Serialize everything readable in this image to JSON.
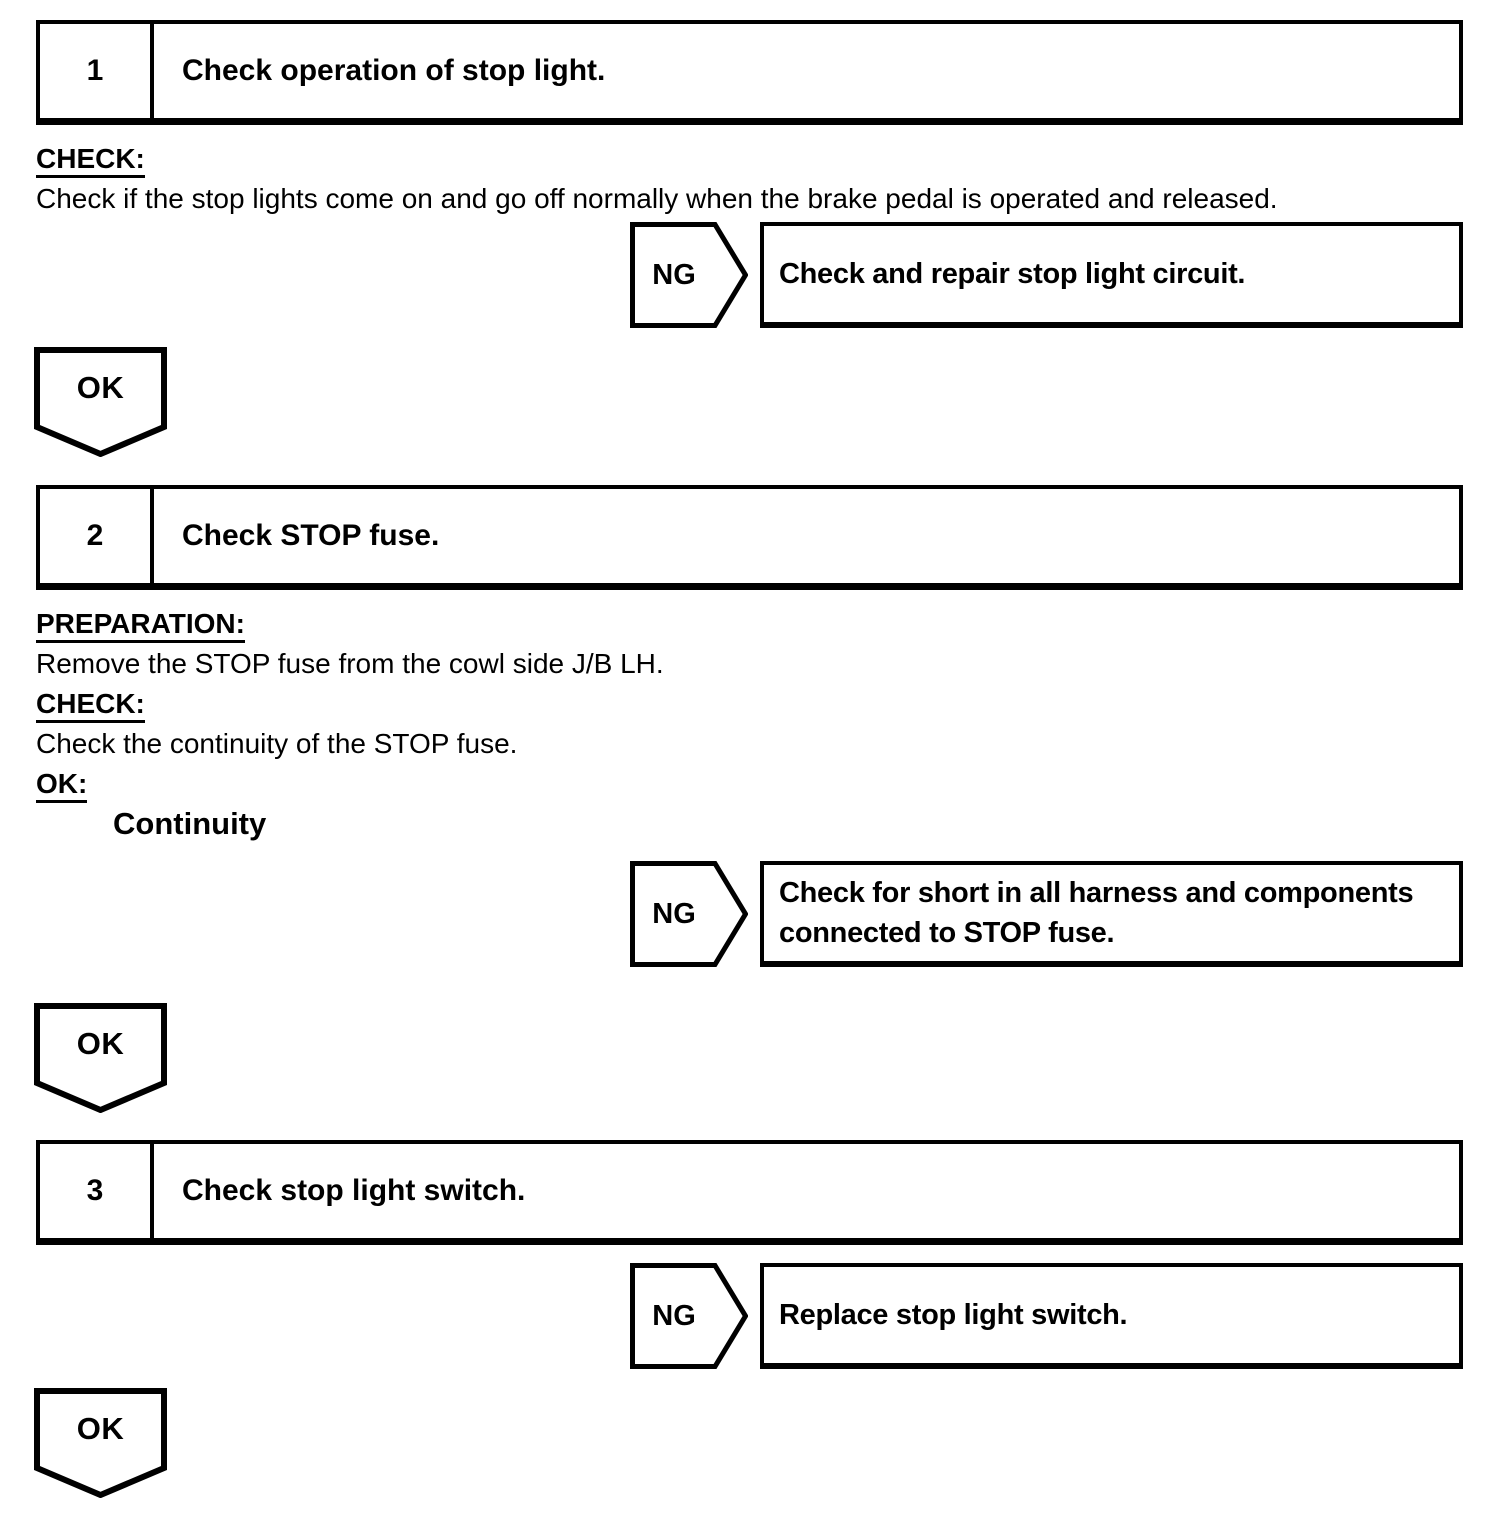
{
  "colors": {
    "ink": "#000000",
    "paper": "#ffffff"
  },
  "steps": [
    {
      "number": "1",
      "title": "Check operation of stop light.",
      "sections": [
        {
          "heading": "CHECK:",
          "body": "Check if the stop lights come on and go off normally when the brake pedal is operated and released."
        }
      ],
      "ng": {
        "label": "NG",
        "lines": [
          "Check and repair stop light circuit."
        ]
      },
      "ok": {
        "label": "OK"
      }
    },
    {
      "number": "2",
      "title": "Check STOP fuse.",
      "sections": [
        {
          "heading": "PREPARATION:",
          "body": "Remove the STOP fuse from the cowl side J/B LH."
        },
        {
          "heading": "CHECK:",
          "body": "Check the continuity of the STOP fuse."
        },
        {
          "heading": "OK:",
          "result": "Continuity"
        }
      ],
      "ng": {
        "label": "NG",
        "lines": [
          "Check for short in all harness and components",
          "connected to STOP fuse."
        ]
      },
      "ok": {
        "label": "OK"
      }
    },
    {
      "number": "3",
      "title": "Check stop light switch.",
      "sections": [],
      "ng": {
        "label": "NG",
        "lines": [
          "Replace stop light switch."
        ]
      },
      "ok": {
        "label": "OK"
      }
    }
  ]
}
